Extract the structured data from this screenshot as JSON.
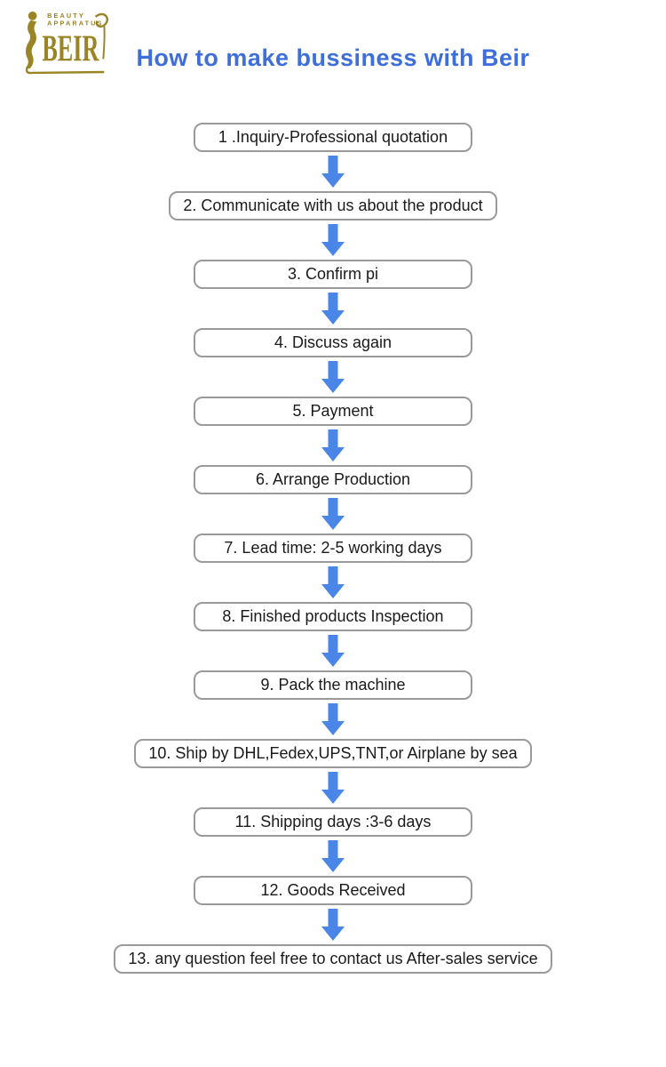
{
  "logo": {
    "tagline_line1": "BEAUTY",
    "tagline_line2": "APPARATUS",
    "brand": "BEIR",
    "color": "#9A8526"
  },
  "title": {
    "text": "How to make bussiness with Beir",
    "color": "#3D6EDB"
  },
  "flow": {
    "arrow_color": "#4A86E8",
    "box_border_color": "#9A9A9A",
    "box_text_color": "#1A1A1A",
    "steps": [
      {
        "label": "1 .Inquiry-Professional quotation"
      },
      {
        "label": "2. Communicate with us about the product"
      },
      {
        "label": "3. Confirm pi"
      },
      {
        "label": "4. Discuss again"
      },
      {
        "label": "5. Payment"
      },
      {
        "label": "6. Arrange Production"
      },
      {
        "label": "7. Lead time: 2-5 working days"
      },
      {
        "label": "8. Finished products Inspection"
      },
      {
        "label": "9. Pack the machine"
      },
      {
        "label": "10. Ship by DHL,Fedex,UPS,TNT,or Airplane by sea"
      },
      {
        "label": "11. Shipping days :3-6 days"
      },
      {
        "label": "12. Goods Received"
      },
      {
        "label": "13. any question feel free to contact us After-sales service"
      }
    ]
  }
}
